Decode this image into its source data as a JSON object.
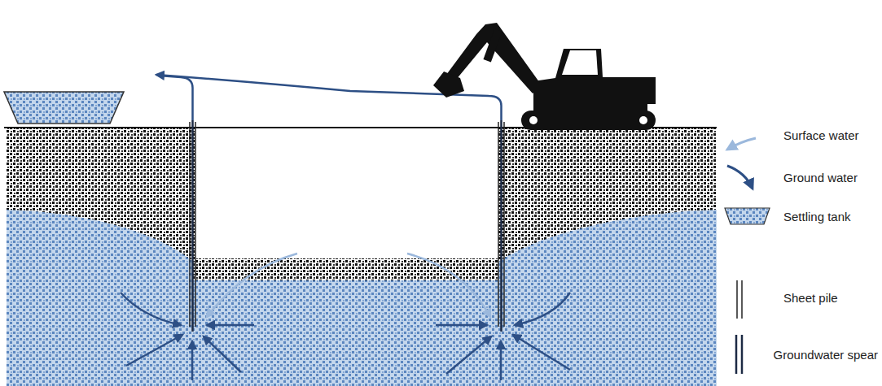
{
  "diagram": {
    "legend": [
      {
        "text": "Surface water"
      },
      {
        "text": "Ground water"
      },
      {
        "text": "Settling tank"
      },
      {
        "text": "Sheet pile"
      },
      {
        "text": "Groundwater spear"
      }
    ]
  }
}
